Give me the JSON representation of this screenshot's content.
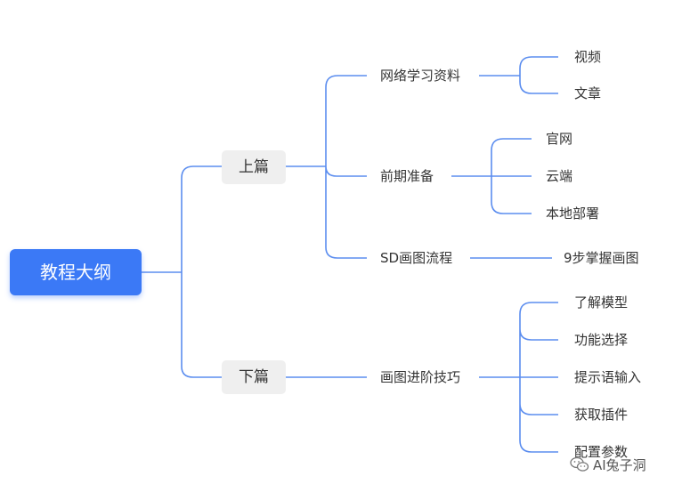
{
  "root": {
    "label": "教程大纲"
  },
  "branches": [
    {
      "label": "上篇",
      "children": [
        {
          "label": "网络学习资料",
          "children": [
            "视频",
            "文章"
          ]
        },
        {
          "label": "前期准备",
          "children": [
            "官网",
            "云端",
            "本地部署"
          ]
        },
        {
          "label": "SD画图流程",
          "children": [
            "9步掌握画图"
          ]
        }
      ]
    },
    {
      "label": "下篇",
      "children": [
        {
          "label": "画图进阶技巧",
          "children": [
            "了解模型",
            "功能选择",
            "提示语输入",
            "获取插件",
            "配置参数"
          ]
        }
      ]
    }
  ],
  "watermark": {
    "text": "AI兔子洞",
    "icon": "wechat-icon"
  },
  "colors": {
    "line": "#5b8def",
    "root": "#3b79f6",
    "branch_bg": "#efefef",
    "text": "#333333"
  }
}
